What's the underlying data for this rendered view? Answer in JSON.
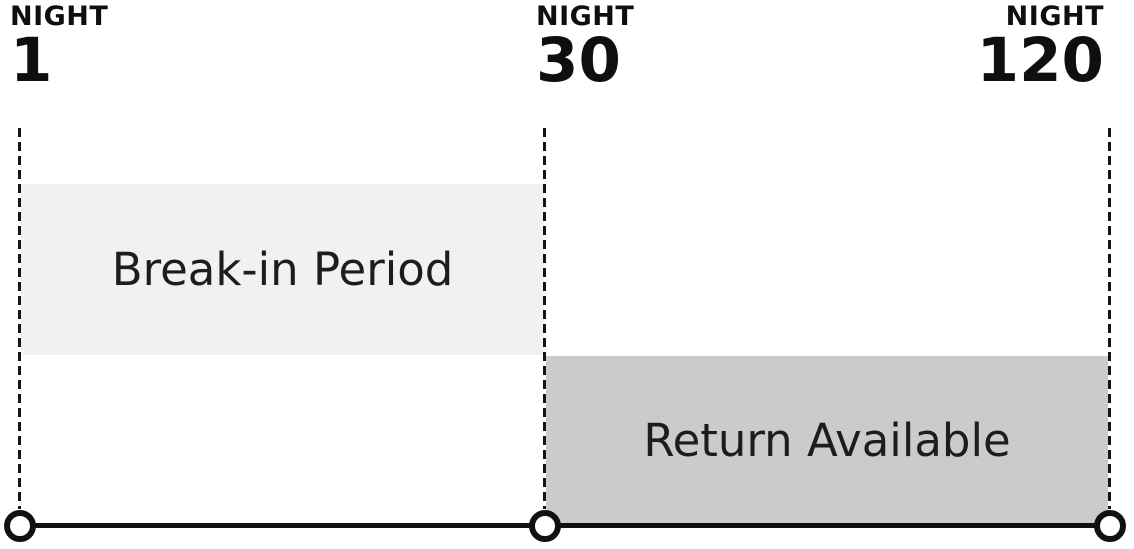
{
  "diagram": {
    "description": "Timeline of nights showing break-in period and return availability window",
    "markers": [
      {
        "label": "NIGHT",
        "value": "1"
      },
      {
        "label": "NIGHT",
        "value": "30"
      },
      {
        "label": "NIGHT",
        "value": "120"
      }
    ],
    "periods": [
      {
        "label": "Break-in Period",
        "from_night": "1",
        "to_night": "30",
        "fill": "#f1f1f1"
      },
      {
        "label": "Return Available",
        "from_night": "30",
        "to_night": "120",
        "fill": "#cbcbcb"
      }
    ],
    "colors": {
      "background": "#ffffff",
      "axis_line": "#111111",
      "dashed_guide": "#151515",
      "marker_text": "#0f0f0f",
      "period_text": "#1d1d1d",
      "dot_fill": "#ffffff",
      "dot_ring": "#111111"
    }
  }
}
